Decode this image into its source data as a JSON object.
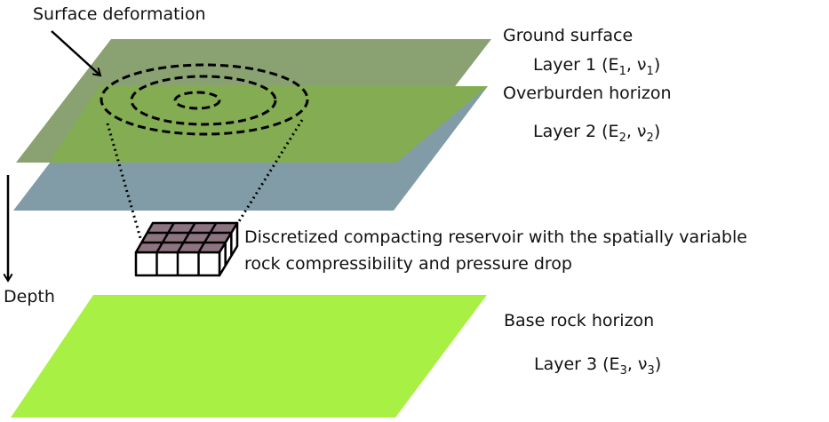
{
  "title": "Layered subsurface model with compacting reservoir",
  "colors": {
    "ground_plane": "#8aa272",
    "overlap": "#84ac52",
    "overburden_plane": "#819ca6",
    "base_plane": "#a8f044",
    "reservoir_top": "#8e7480",
    "reservoir_sides": "#ffffff",
    "line": "#000000"
  },
  "labels": {
    "surface_deformation": "Surface deformation",
    "ground_surface": "Ground surface",
    "overburden_horizon": "Overburden horizon",
    "base_rock_horizon": "Base rock horizon",
    "depth": "Depth",
    "reservoir_line1": "Discretized compacting reservoir with the spatially variable",
    "reservoir_line2": "rock compressibility and pressure drop"
  },
  "layers": [
    {
      "prefix": "Layer 1 (E",
      "sub1": "1",
      "mid": ", ν",
      "sub2": "1",
      "suffix": ")"
    },
    {
      "prefix": "Layer 2 (E",
      "sub1": "2",
      "mid": ", ν",
      "sub2": "2",
      "suffix": ")"
    },
    {
      "prefix": "Layer 3 (E",
      "sub1": "3",
      "mid": ", ν",
      "sub2": "3",
      "suffix": ")"
    }
  ],
  "reservoir_grid": {
    "columns": 4,
    "rows": 3
  }
}
